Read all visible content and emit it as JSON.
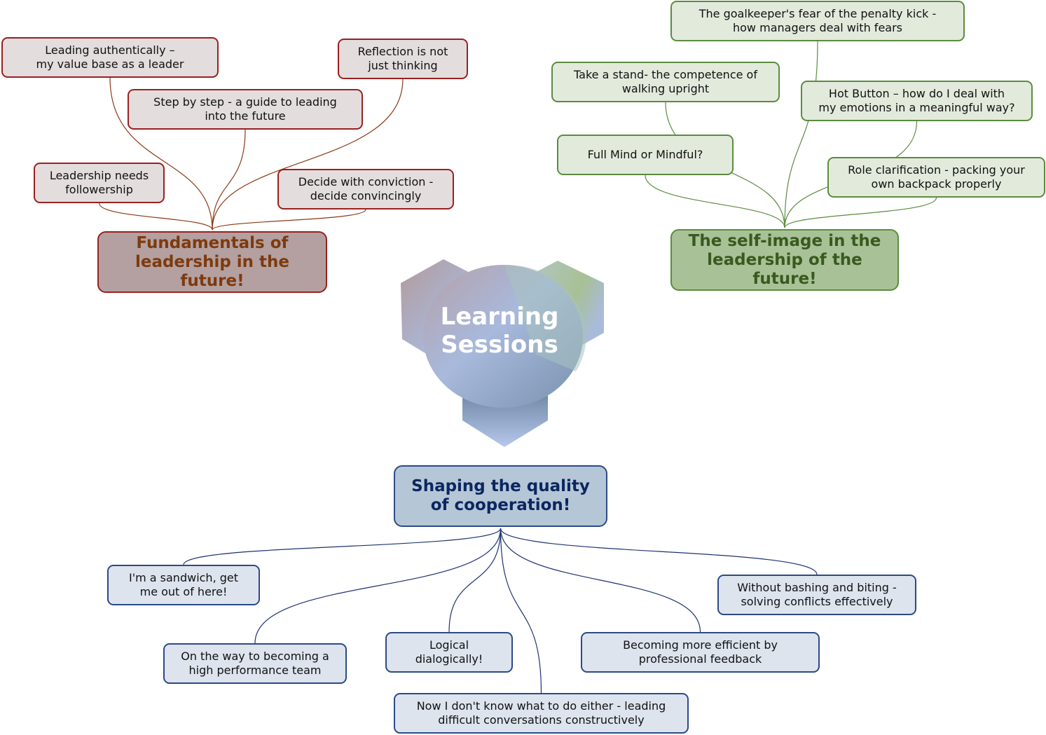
{
  "center": {
    "title": "Learning Sessions"
  },
  "branches": [
    {
      "id": "red",
      "color": "#8b3a14",
      "title": "Fundamentals of\nleadership in the\nfuture!",
      "children": [
        "Leading authentically –\nmy value base as a leader",
        "Reflection is not\njust thinking",
        "Step by step - a guide to leading\ninto the future",
        "Leadership needs\nfollowership",
        "Decide with conviction -\ndecide convincingly"
      ]
    },
    {
      "id": "green",
      "color": "#5b8c3e",
      "title": "The self-image in the\nleadership of the\nfuture!",
      "children": [
        "The goalkeeper's fear of the penalty kick -\nhow managers deal with fears",
        "Take a stand- the competence of\nwalking upright",
        "Hot Button – how do I deal with\nmy emotions in a meaningful way?",
        "Full Mind or Mindful?",
        "Role clarification - packing your\nown backpack properly"
      ]
    },
    {
      "id": "blue",
      "color": "#1c3370",
      "title": "Shaping the quality\nof cooperation!",
      "children": [
        "I'm a sandwich, get\nme out of here!",
        "Without bashing and biting -\nsolving conflicts effectively",
        "On the way to becoming a\nhigh performance team",
        "Logical\ndialogically!",
        "Becoming more efficient by\nprofessional feedback",
        "Now I don't know what to do either - leading\ndifficult conversations constructively"
      ]
    }
  ]
}
